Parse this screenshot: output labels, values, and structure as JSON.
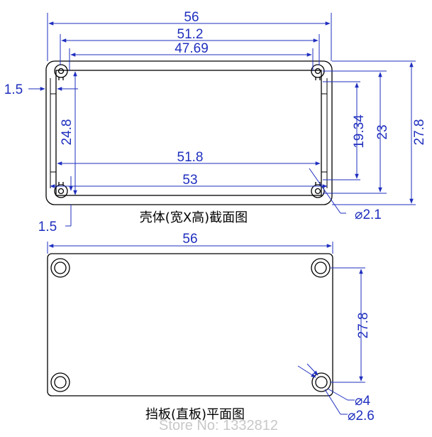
{
  "top_view": {
    "caption": "壳体(宽X高)截面图",
    "dims": {
      "width_56": "56",
      "width_51_2": "51.2",
      "width_47_69": "47.69",
      "width_51_8": "51.8",
      "width_53": "53",
      "wall_1_5_left": "1.5",
      "wall_1_5_bottom": "1.5",
      "height_24_8": "24.8",
      "height_19_34": "19.34",
      "height_23": "23",
      "height_27_8": "27.8",
      "dia_2_1": "⌀2.1"
    }
  },
  "bottom_view": {
    "caption": "挡板(直板)平面图",
    "dims": {
      "width_56": "56",
      "height_27_8": "27.8",
      "dia_4": "⌀4",
      "dia_2_6": "⌀2.6"
    }
  },
  "watermark": "Store No: 1332812",
  "colors": {
    "dimension": "#1f2fbf",
    "outline": "#000000"
  }
}
